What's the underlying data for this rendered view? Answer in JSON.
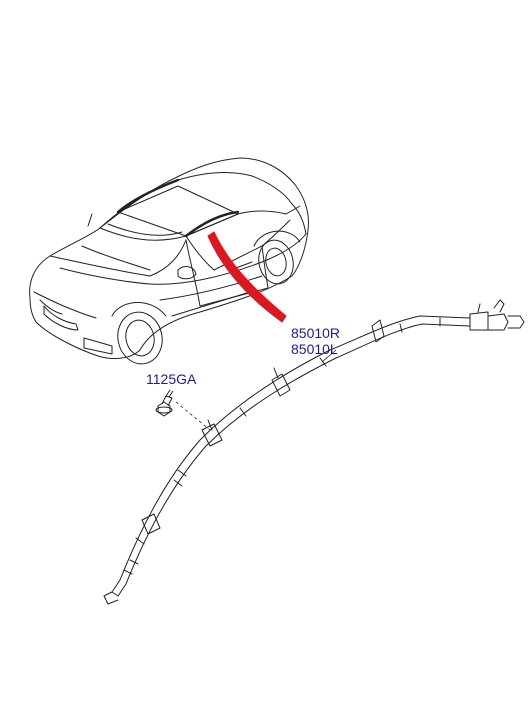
{
  "part_labels": {
    "airbag_right": "85010R",
    "airbag_left": "85010L",
    "bolt": "1125GA"
  },
  "colors": {
    "callout_text": "#1a1aa6",
    "highlight_arrow": "#e0161e",
    "line_art": "#222222"
  },
  "icons": {
    "vehicle": "coupe-illustration",
    "bolt": "bolt-icon",
    "airbag": "curtain-airbag-module"
  }
}
